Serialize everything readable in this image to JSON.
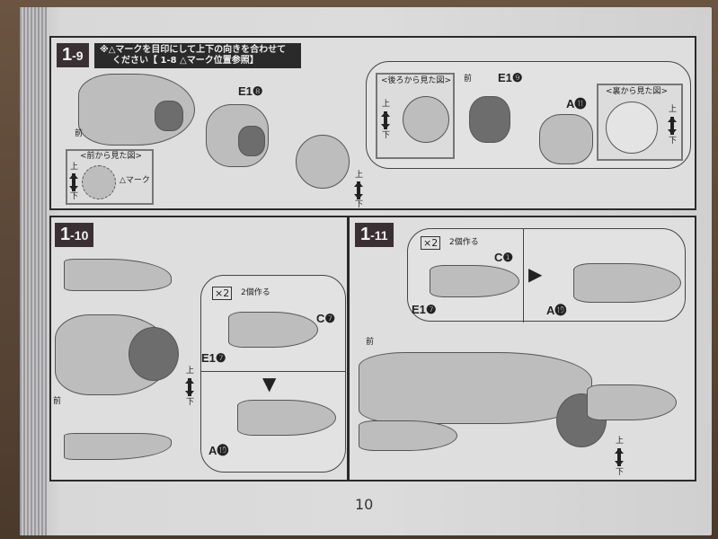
{
  "page_number": "10",
  "steps": {
    "s1_9": {
      "number": "1",
      "sub": "-9",
      "note_line1": "※△マークを目印にして上下の向きを合わせて",
      "note_line2": "ください【 1-8 △マーク位置参照】",
      "part_e1": "E1❽",
      "front": "前",
      "front_view_title": "<前から見た図>",
      "mark_label": "△マーク",
      "up": "上",
      "down": "下",
      "rear_view_title": "<後ろから見た図>",
      "part_e1_b": "E1❾",
      "part_a": "A⓫",
      "back_view_title": "<裏から見た図>"
    },
    "s1_10": {
      "number": "1",
      "sub": "-10",
      "times": "×2",
      "make_two": "2個作る",
      "part_c": "C❼",
      "part_e1": "E1❼",
      "part_a": "A⓳",
      "front": "前",
      "up": "上",
      "down": "下"
    },
    "s1_11": {
      "number": "1",
      "sub": "-11",
      "times": "×2",
      "make_two": "2個作る",
      "part_c": "C❶",
      "part_e1": "E1❼",
      "part_a": "A⓳",
      "front": "前",
      "up": "上",
      "down": "下"
    }
  }
}
